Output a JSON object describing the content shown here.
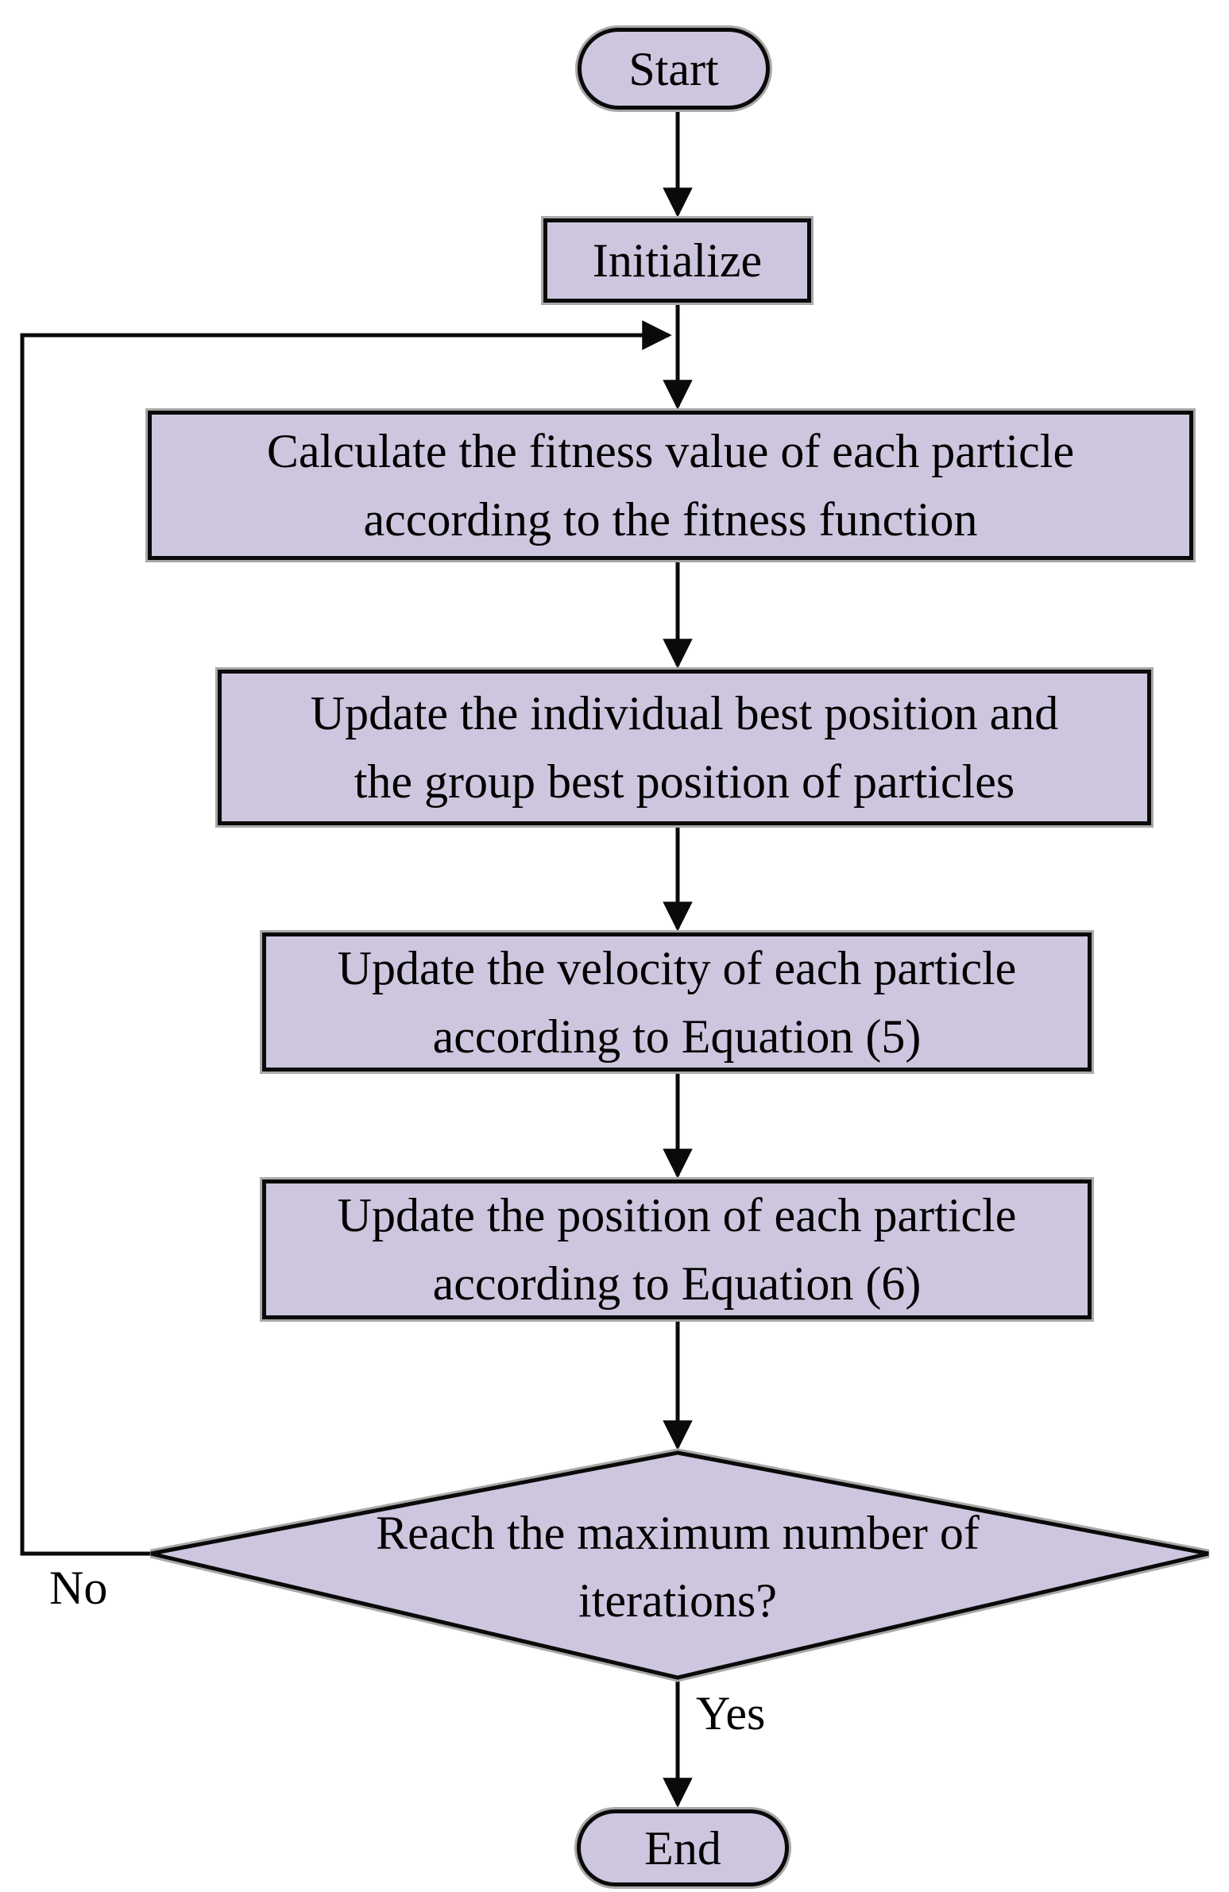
{
  "flowchart": {
    "nodes": {
      "start": {
        "label": "Start"
      },
      "initialize": {
        "label": "Initialize"
      },
      "calculate_fitness": {
        "line1": "Calculate the fitness value of each particle",
        "line2": "according to the fitness function"
      },
      "update_best_positions": {
        "line1": "Update the individual best position and",
        "line2": "the group best position of particles"
      },
      "update_velocity": {
        "line1": "Update the velocity of each particle",
        "line2": "according to Equation (5)"
      },
      "update_position": {
        "line1": "Update the position of each particle",
        "line2": "according to Equation (6)"
      },
      "decision_max_iterations": {
        "line1": "Reach the maximum number of",
        "line2": "iterations?"
      },
      "end": {
        "label": "End"
      }
    },
    "edge_labels": {
      "no": "No",
      "yes": "Yes"
    },
    "colors": {
      "node_fill": "#cdc6de",
      "node_border": "#0a0a0a",
      "connector": "#0a0a0a",
      "halo": "#a9a9a9",
      "background": "#ffffff",
      "text": "#000000"
    }
  }
}
